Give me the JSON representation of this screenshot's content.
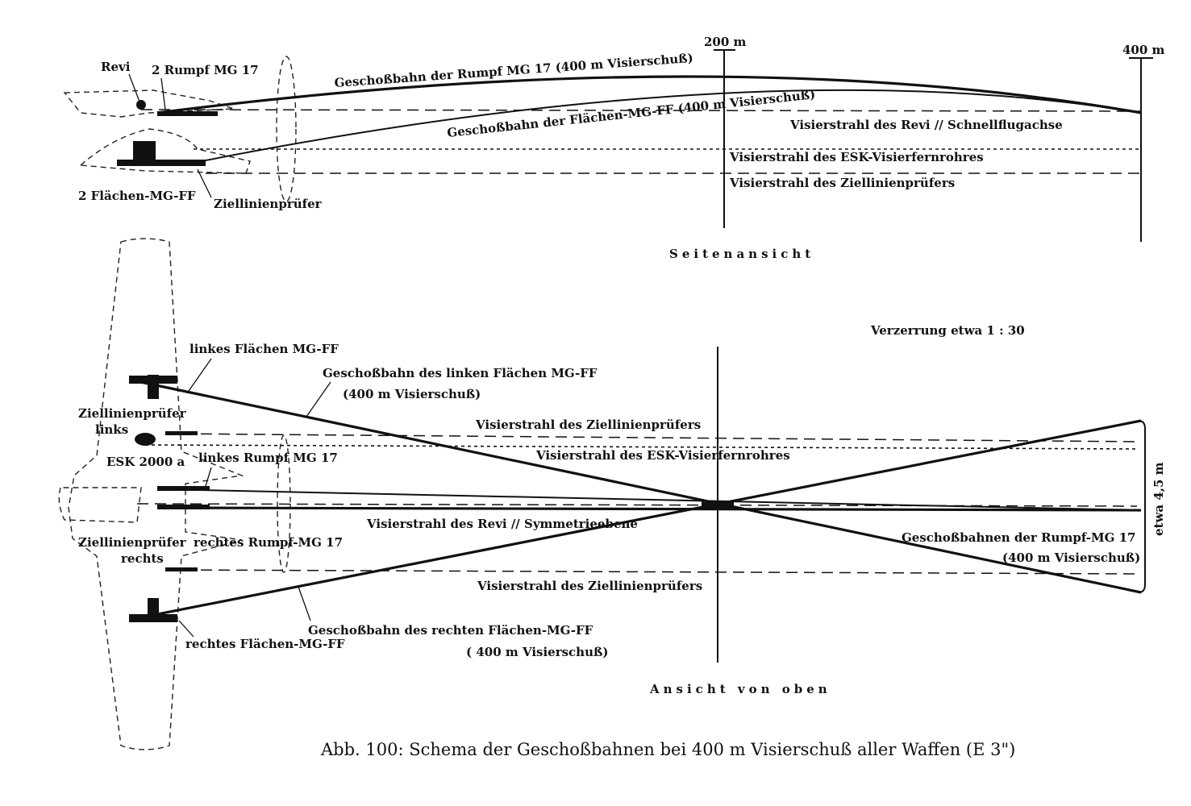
{
  "side_view": {
    "title": "Seitenansicht",
    "mark_200": "200 m",
    "mark_400": "400 m",
    "revi": "Revi",
    "rumpf_mg": "2 Rumpf MG 17",
    "traj_rumpf": "Geschoßbahn der Rumpf MG 17 (400 m Visierschuß)",
    "traj_flaechen": "Geschoßbahn der Flächen-MG-FF (400 m Visierschuß)",
    "ray_revi": "Visierstrahl des Revi // Schnellflugachse",
    "ray_esk": "Visierstrahl des ESK-Visierfernrohres",
    "ray_zlp": "Visierstrahl des Ziellinienprüfers",
    "flaechen_mg": "2 Flächen-MG-FF",
    "zlp": "Ziellinienprüfer"
  },
  "top_view": {
    "title": "Ansicht von oben",
    "distortion": "Verzerrung etwa 1 : 30",
    "left_ff": "linkes Flächen MG-FF",
    "traj_left_ff": "Geschoßbahn des linken Flächen MG-FF",
    "traj_left_ff_sub": "(400 m Visierschuß)",
    "zlp_left_1": "Ziellinienprüfer",
    "zlp_left_2": "links",
    "ray_zlp_top": "Visierstrahl des Ziellinienprüfers",
    "esk": "ESK 2000 a",
    "left_rumpf": "linkes Rumpf MG 17",
    "ray_esk": "Visierstrahl des ESK-Visierfernrohres",
    "width": "etwa 4,5 m",
    "ray_revi": "Visierstrahl des Revi // Symmetrieebene",
    "zlp_right_1": "Ziellinienprüfer",
    "zlp_right_2": "rechts",
    "right_rumpf": "rechtes Rumpf-MG 17",
    "traj_rumpf": "Geschoßbahnen der Rumpf-MG 17",
    "traj_rumpf_sub": "(400 m Visierschuß)",
    "ray_zlp_bottom": "Visierstrahl des Ziellinienprüfers",
    "traj_right_ff": "Geschoßbahn des rechten Flächen-MG-FF",
    "traj_right_ff_sub": "( 400 m Visierschuß)",
    "right_ff": "rechtes Flächen-MG-FF"
  },
  "caption": "Abb. 100: Schema der Geschoßbahnen bei 400 m Visierschuß aller Waffen (E 3\")"
}
